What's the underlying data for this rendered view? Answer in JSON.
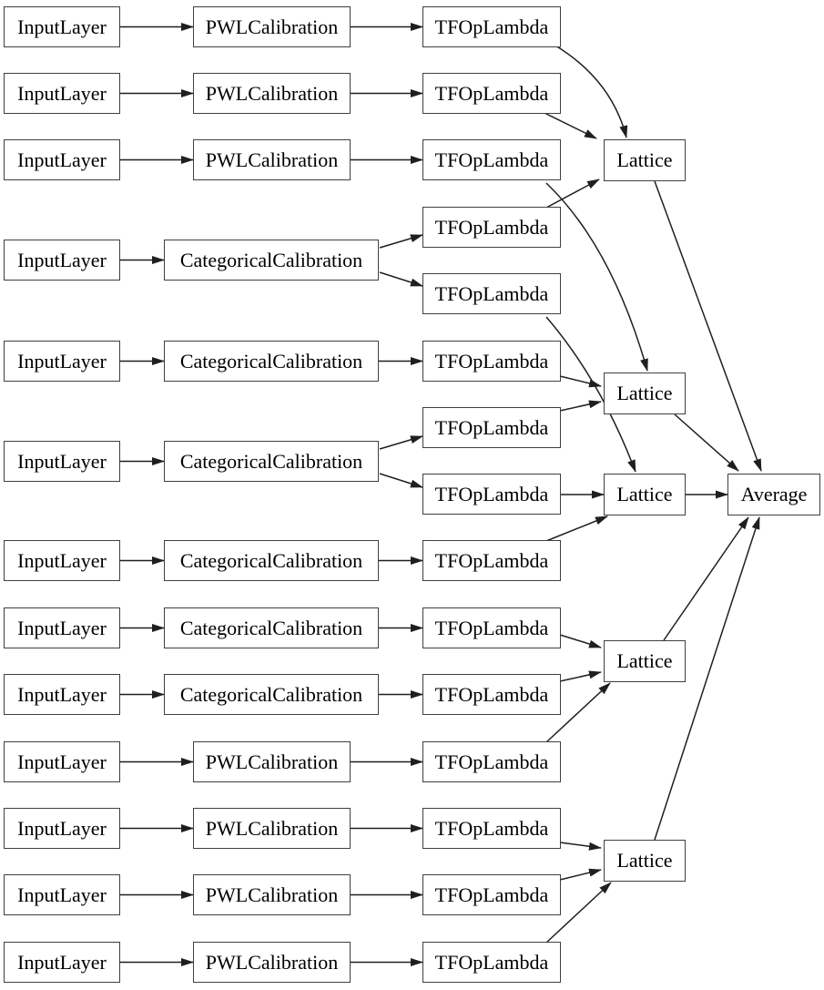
{
  "diagram": {
    "kind": "keras-model-graph",
    "colors": {
      "background": "#ffffff",
      "node_fill": "#ffffff",
      "node_border": "#3f3f3f",
      "edge": "#1f1f1f",
      "text": "#000000"
    },
    "nodes": [
      {
        "id": "il1",
        "type": "input-layer",
        "label": "InputLayer"
      },
      {
        "id": "il2",
        "type": "input-layer",
        "label": "InputLayer"
      },
      {
        "id": "il3",
        "type": "input-layer",
        "label": "InputLayer"
      },
      {
        "id": "il4",
        "type": "input-layer",
        "label": "InputLayer"
      },
      {
        "id": "il5",
        "type": "input-layer",
        "label": "InputLayer"
      },
      {
        "id": "il6",
        "type": "input-layer",
        "label": "InputLayer"
      },
      {
        "id": "il7",
        "type": "input-layer",
        "label": "InputLayer"
      },
      {
        "id": "il8",
        "type": "input-layer",
        "label": "InputLayer"
      },
      {
        "id": "il9",
        "type": "input-layer",
        "label": "InputLayer"
      },
      {
        "id": "il10",
        "type": "input-layer",
        "label": "InputLayer"
      },
      {
        "id": "il11",
        "type": "input-layer",
        "label": "InputLayer"
      },
      {
        "id": "il12",
        "type": "input-layer",
        "label": "InputLayer"
      },
      {
        "id": "il13",
        "type": "input-layer",
        "label": "InputLayer"
      },
      {
        "id": "pwl1",
        "type": "pwl-calibration",
        "label": "PWLCalibration"
      },
      {
        "id": "pwl2",
        "type": "pwl-calibration",
        "label": "PWLCalibration"
      },
      {
        "id": "pwl3",
        "type": "pwl-calibration",
        "label": "PWLCalibration"
      },
      {
        "id": "cc1",
        "type": "categorical-calibration",
        "label": "CategoricalCalibration"
      },
      {
        "id": "cc2",
        "type": "categorical-calibration",
        "label": "CategoricalCalibration"
      },
      {
        "id": "cc3",
        "type": "categorical-calibration",
        "label": "CategoricalCalibration"
      },
      {
        "id": "cc4",
        "type": "categorical-calibration",
        "label": "CategoricalCalibration"
      },
      {
        "id": "cc5",
        "type": "categorical-calibration",
        "label": "CategoricalCalibration"
      },
      {
        "id": "cc6",
        "type": "categorical-calibration",
        "label": "CategoricalCalibration"
      },
      {
        "id": "pwl4",
        "type": "pwl-calibration",
        "label": "PWLCalibration"
      },
      {
        "id": "pwl5",
        "type": "pwl-calibration",
        "label": "PWLCalibration"
      },
      {
        "id": "pwl6",
        "type": "pwl-calibration",
        "label": "PWLCalibration"
      },
      {
        "id": "pwl7",
        "type": "pwl-calibration",
        "label": "PWLCalibration"
      },
      {
        "id": "t1",
        "type": "tfop-lambda",
        "label": "TFOpLambda"
      },
      {
        "id": "t2",
        "type": "tfop-lambda",
        "label": "TFOpLambda"
      },
      {
        "id": "t3",
        "type": "tfop-lambda",
        "label": "TFOpLambda"
      },
      {
        "id": "t4",
        "type": "tfop-lambda",
        "label": "TFOpLambda"
      },
      {
        "id": "t5",
        "type": "tfop-lambda",
        "label": "TFOpLambda"
      },
      {
        "id": "t6",
        "type": "tfop-lambda",
        "label": "TFOpLambda"
      },
      {
        "id": "t7",
        "type": "tfop-lambda",
        "label": "TFOpLambda"
      },
      {
        "id": "t8",
        "type": "tfop-lambda",
        "label": "TFOpLambda"
      },
      {
        "id": "t9",
        "type": "tfop-lambda",
        "label": "TFOpLambda"
      },
      {
        "id": "t10",
        "type": "tfop-lambda",
        "label": "TFOpLambda"
      },
      {
        "id": "t11",
        "type": "tfop-lambda",
        "label": "TFOpLambda"
      },
      {
        "id": "t12",
        "type": "tfop-lambda",
        "label": "TFOpLambda"
      },
      {
        "id": "t13",
        "type": "tfop-lambda",
        "label": "TFOpLambda"
      },
      {
        "id": "t14",
        "type": "tfop-lambda",
        "label": "TFOpLambda"
      },
      {
        "id": "t15",
        "type": "tfop-lambda",
        "label": "TFOpLambda"
      },
      {
        "id": "lat1",
        "type": "lattice",
        "label": "Lattice"
      },
      {
        "id": "lat2",
        "type": "lattice",
        "label": "Lattice"
      },
      {
        "id": "lat3",
        "type": "lattice",
        "label": "Lattice"
      },
      {
        "id": "lat4",
        "type": "lattice",
        "label": "Lattice"
      },
      {
        "id": "lat5",
        "type": "lattice",
        "label": "Lattice"
      },
      {
        "id": "avg",
        "type": "average",
        "label": "Average"
      }
    ],
    "edges": [
      {
        "from": "il1",
        "to": "pwl1"
      },
      {
        "from": "il2",
        "to": "pwl2"
      },
      {
        "from": "il3",
        "to": "pwl3"
      },
      {
        "from": "il4",
        "to": "cc1"
      },
      {
        "from": "il5",
        "to": "cc2"
      },
      {
        "from": "il6",
        "to": "cc3"
      },
      {
        "from": "il7",
        "to": "cc4"
      },
      {
        "from": "il8",
        "to": "cc5"
      },
      {
        "from": "il9",
        "to": "cc6"
      },
      {
        "from": "il10",
        "to": "pwl4"
      },
      {
        "from": "il11",
        "to": "pwl5"
      },
      {
        "from": "il12",
        "to": "pwl6"
      },
      {
        "from": "il13",
        "to": "pwl7"
      },
      {
        "from": "pwl1",
        "to": "t1"
      },
      {
        "from": "pwl2",
        "to": "t2"
      },
      {
        "from": "pwl3",
        "to": "t3"
      },
      {
        "from": "cc1",
        "to": "t4"
      },
      {
        "from": "cc1",
        "to": "t5"
      },
      {
        "from": "cc2",
        "to": "t6"
      },
      {
        "from": "cc3",
        "to": "t7"
      },
      {
        "from": "cc3",
        "to": "t8"
      },
      {
        "from": "cc4",
        "to": "t9"
      },
      {
        "from": "cc5",
        "to": "t10"
      },
      {
        "from": "cc6",
        "to": "t11"
      },
      {
        "from": "pwl4",
        "to": "t12"
      },
      {
        "from": "pwl5",
        "to": "t13"
      },
      {
        "from": "pwl6",
        "to": "t14"
      },
      {
        "from": "pwl7",
        "to": "t15"
      },
      {
        "from": "t1",
        "to": "lat1"
      },
      {
        "from": "t2",
        "to": "lat1"
      },
      {
        "from": "t4",
        "to": "lat1"
      },
      {
        "from": "t3",
        "to": "lat2"
      },
      {
        "from": "t6",
        "to": "lat2"
      },
      {
        "from": "t7",
        "to": "lat2"
      },
      {
        "from": "t5",
        "to": "lat3"
      },
      {
        "from": "t8",
        "to": "lat3"
      },
      {
        "from": "t9",
        "to": "lat3"
      },
      {
        "from": "t10",
        "to": "lat4"
      },
      {
        "from": "t11",
        "to": "lat4"
      },
      {
        "from": "t12",
        "to": "lat4"
      },
      {
        "from": "t13",
        "to": "lat5"
      },
      {
        "from": "t14",
        "to": "lat5"
      },
      {
        "from": "t15",
        "to": "lat5"
      },
      {
        "from": "lat1",
        "to": "avg"
      },
      {
        "from": "lat2",
        "to": "avg"
      },
      {
        "from": "lat3",
        "to": "avg"
      },
      {
        "from": "lat4",
        "to": "avg"
      },
      {
        "from": "lat5",
        "to": "avg"
      }
    ]
  }
}
